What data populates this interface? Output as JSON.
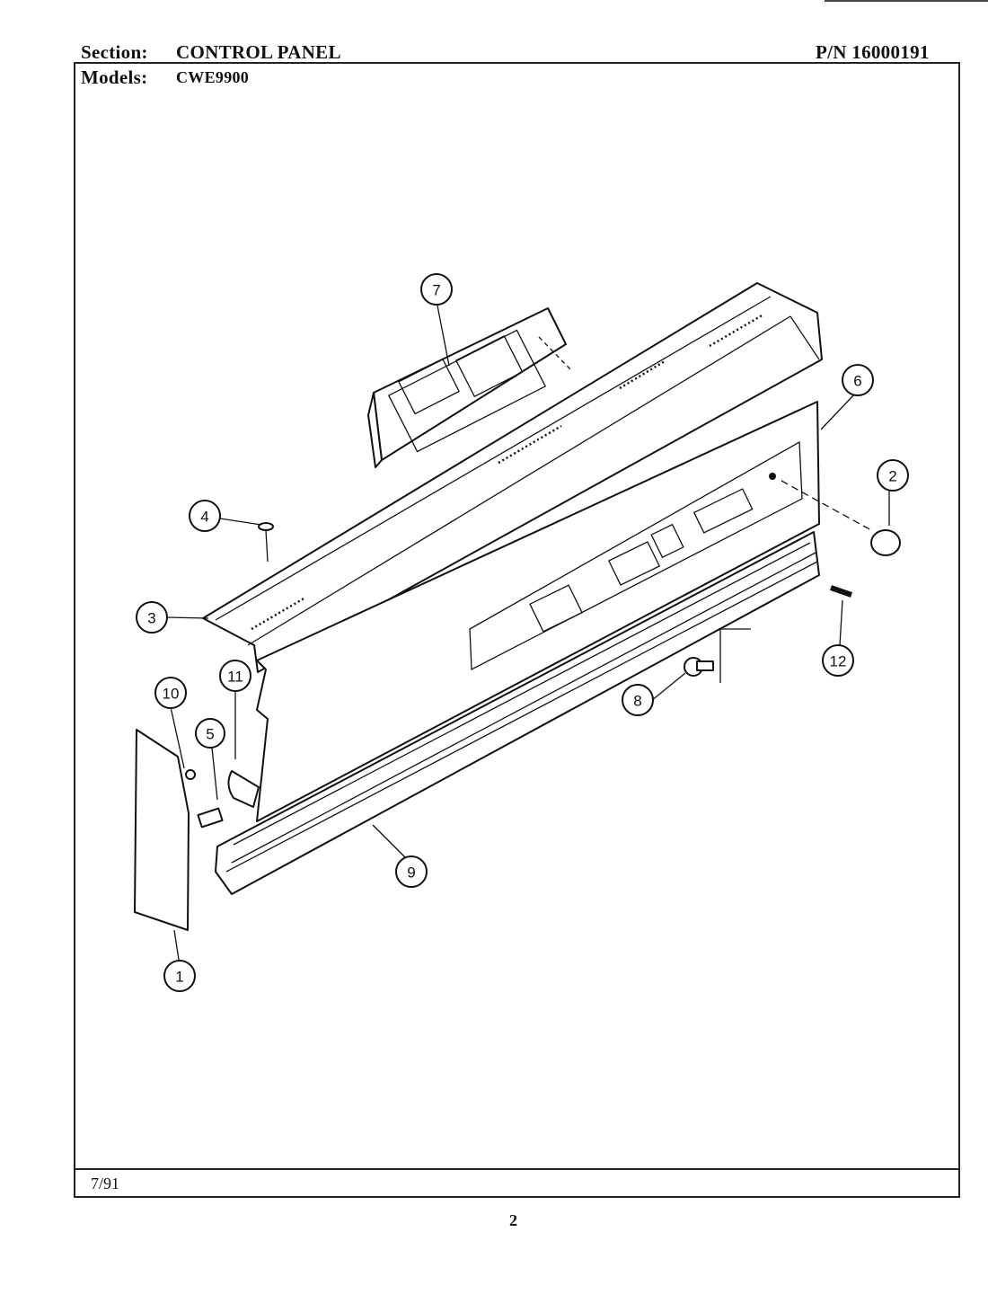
{
  "header": {
    "section_label": "Section:",
    "section_value": "CONTROL PANEL",
    "part_number": "P/N 16000191",
    "models_label": "Models:",
    "models_value": "CWE9900"
  },
  "callouts": [
    "1",
    "2",
    "3",
    "4",
    "5",
    "6",
    "7",
    "8",
    "9",
    "10",
    "11",
    "12"
  ],
  "footer": {
    "date": "7/91",
    "page": "2"
  }
}
